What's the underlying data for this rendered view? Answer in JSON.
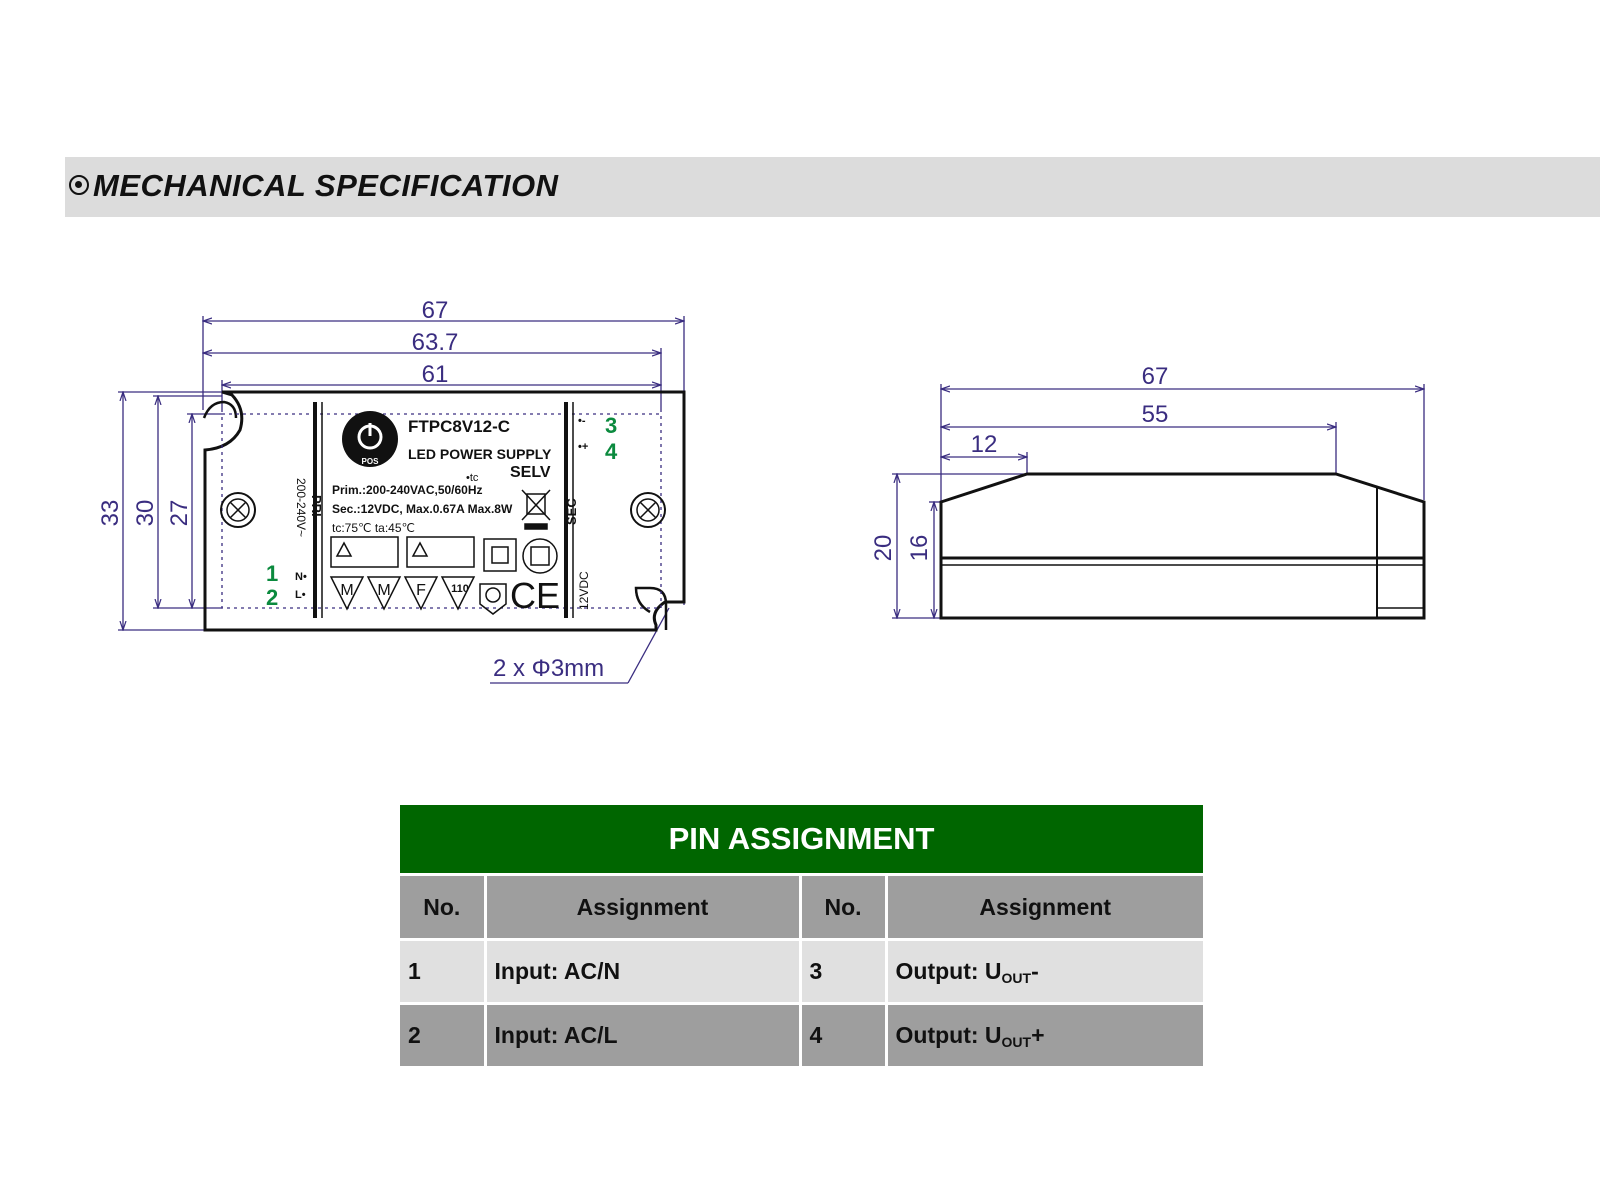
{
  "section": {
    "title": "MECHANICAL SPECIFICATION",
    "icon": "ring-bullet-icon"
  },
  "front_view": {
    "dimensions": {
      "width_outer": "67",
      "width_mid": "63.7",
      "width_inner": "61",
      "height_outer": "33",
      "height_mid": "30",
      "height_inner": "27"
    },
    "hole_note": "2 x Φ3mm",
    "label": {
      "model": "FTPC8V12-C",
      "product": "LED POWER SUPPLY",
      "selv": "SELV",
      "tc_mark": "•tc",
      "prim": "Prim.:200-240VAC,50/60Hz",
      "sec": "Sec.:12VDC, Max.0.67A Max.8W",
      "temps": "tc:75℃ ta:45℃",
      "pri_side": "PRI",
      "pri_voltage": "200-240V~",
      "sec_side": "SEC",
      "sec_voltage": "12VDC",
      "logo_text": "POS",
      "n_terminal": "N•",
      "l_terminal": "L•",
      "minus_terminal": "•-",
      "plus_terminal": "•+",
      "marks": [
        "M",
        "M",
        "F",
        "110"
      ],
      "ce": "CE"
    },
    "pin_numbers": [
      "1",
      "2",
      "3",
      "4"
    ]
  },
  "side_view": {
    "dimensions": {
      "length": "67",
      "top_flat": "55",
      "chamfer": "12",
      "height_outer": "20",
      "height_inner": "16"
    }
  },
  "pin_table": {
    "title": "PIN ASSIGNMENT",
    "headers": [
      "No.",
      "Assignment",
      "No.",
      "Assignment"
    ],
    "rows": [
      {
        "no_left": "1",
        "assign_left": "Input: AC/N",
        "no_right": "3",
        "assign_right_prefix": "Output: U",
        "assign_right_sub": "OUT",
        "assign_right_suffix": "-"
      },
      {
        "no_left": "2",
        "assign_left": "Input: AC/L",
        "no_right": "4",
        "assign_right_prefix": "Output: U",
        "assign_right_sub": "OUT",
        "assign_right_suffix": "+"
      }
    ]
  },
  "colors": {
    "header_bar": "#dcdcdc",
    "table_title": "#006600",
    "dimension_text": "#3a2d80",
    "pin_number": "#0b8a3e",
    "row_light": "#e0e0e0",
    "row_dark": "#9e9e9e"
  }
}
